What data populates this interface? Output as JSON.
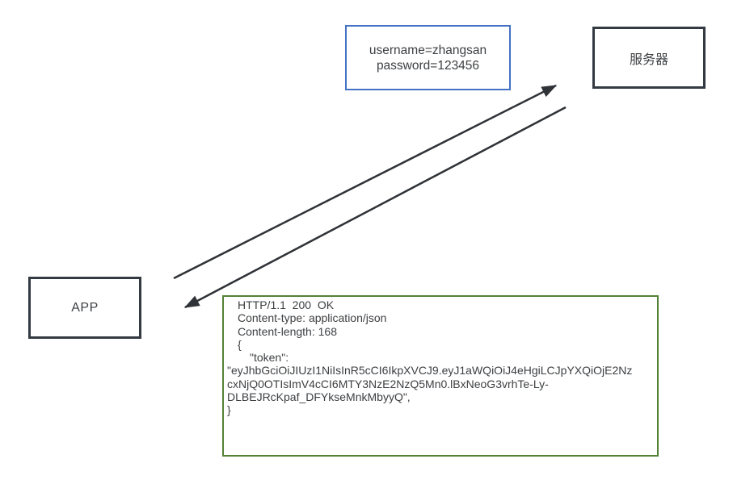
{
  "diagram": {
    "request_box": {
      "line1": "username=zhangsan",
      "line2": "password=123456",
      "border_color": "#4472C4"
    },
    "server_box": {
      "label": "服务器",
      "border_color": "#333A42"
    },
    "app_box": {
      "label": "APP",
      "border_color": "#333A42"
    },
    "response_box": {
      "border_color": "#538135",
      "lines": [
        "HTTP/1.1  200  OK",
        "Content-type: application/json",
        "Content-length: 168",
        "",
        "{",
        "\"token\":",
        "\"eyJhbGciOiJIUzI1NiIsInR5cCI6IkpXVCJ9.eyJ1aWQiOiJ4eHgiLCJpYXQiOjE2Nz",
        "cxNjQ0OTIsImV4cCI6MTY3NzE2NzQ5Mn0.lBxNeoG3vrhTe-Ly-",
        "DLBEJRcKpaf_DFYkseMnkMbyyQ\",",
        "}"
      ]
    },
    "arrows": {
      "color": "#2f3337",
      "request_direction": "app-to-server",
      "response_direction": "server-to-app"
    }
  }
}
